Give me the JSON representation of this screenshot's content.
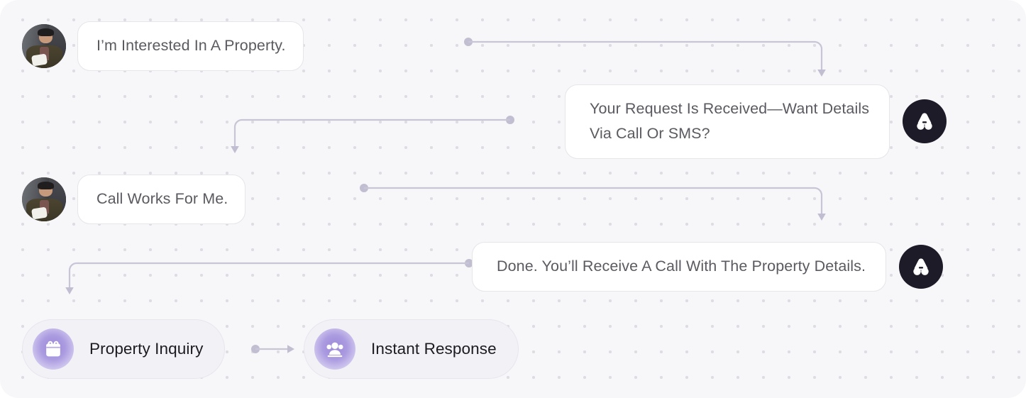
{
  "canvas": {
    "background_color": "#f7f7f9",
    "dot_color": "#dddde3",
    "connector_color": "#c7c5d6"
  },
  "conversation": {
    "messages": [
      {
        "id": "msg-1",
        "sender": "user",
        "avatar_name": "user-avatar-photo",
        "text": "I’m Interested In A Property."
      },
      {
        "id": "msg-2",
        "sender": "bot",
        "avatar_name": "bot-logo-avatar",
        "text": "Your Request Is Received—Want Details\nVia Call Or SMS?"
      },
      {
        "id": "msg-3",
        "sender": "user",
        "avatar_name": "user-avatar-photo",
        "text": "Call Works For Me."
      },
      {
        "id": "msg-4",
        "sender": "bot",
        "avatar_name": "bot-logo-avatar",
        "text": "Done. You’ll Receive A Call With The Property Details."
      }
    ]
  },
  "tags": [
    {
      "id": "tag-property-inquiry",
      "label": "Property Inquiry",
      "icon": "calendar-icon",
      "icon_gradient_from": "#9b88d9",
      "icon_gradient_to": "#e6e1f6"
    },
    {
      "id": "tag-instant-response",
      "label": "Instant Response",
      "icon": "users-group-icon",
      "icon_gradient_from": "#9b88d9",
      "icon_gradient_to": "#e6e1f6"
    }
  ],
  "connectors": [
    {
      "id": "wire-1",
      "from": "msg-1",
      "to": "msg-2",
      "direction": "left-to-right-down"
    },
    {
      "id": "wire-2",
      "from": "msg-2",
      "to": "msg-3",
      "direction": "right-to-left-down"
    },
    {
      "id": "wire-3",
      "from": "msg-3",
      "to": "msg-4",
      "direction": "left-to-right-down"
    },
    {
      "id": "wire-4",
      "from": "msg-4",
      "to": "tag-property-inquiry",
      "direction": "right-to-left-down"
    },
    {
      "id": "wire-5",
      "from": "tag-property-inquiry",
      "to": "tag-instant-response",
      "direction": "left-to-right"
    }
  ]
}
